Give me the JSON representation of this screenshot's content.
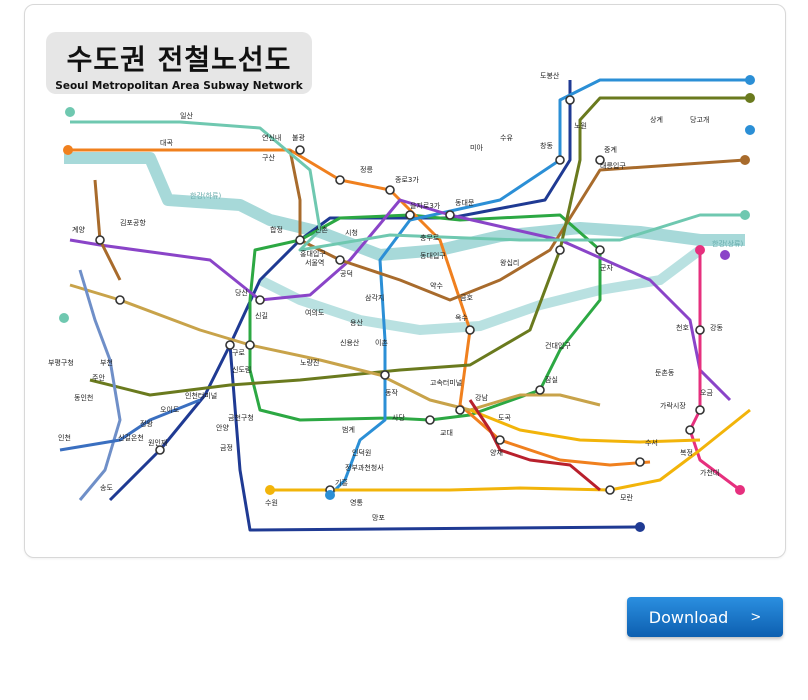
{
  "title": {
    "korean": "수도권 전철노선도",
    "english": "Seoul Metropolitan Area Subway Network"
  },
  "download": {
    "label": "Download",
    "icon": "chevron-right-icon"
  },
  "map": {
    "river_label_1": "한강(하류)",
    "river_label_2": "한강(상류)",
    "stations": [
      "대곡",
      "일산",
      "구산",
      "연신내",
      "불광",
      "정릉",
      "미아",
      "수유",
      "도봉산",
      "노원",
      "창동",
      "상계",
      "당고개",
      "중계",
      "태릉입구",
      "동대문",
      "종로3가",
      "을지로3가",
      "충무로",
      "동대입구",
      "약수",
      "금호",
      "옥수",
      "왕십리",
      "서울역",
      "시청",
      "공덕",
      "합정",
      "홍대입구",
      "신촌",
      "당산",
      "여의도",
      "신길",
      "노량진",
      "용산",
      "삼각지",
      "이촌",
      "신용산",
      "동작",
      "사당",
      "교대",
      "강남",
      "고속터미널",
      "잠실",
      "건대입구",
      "군자",
      "천호",
      "강동",
      "둔촌동",
      "오금",
      "가락시장",
      "수서",
      "도곡",
      "양재",
      "복정",
      "모란",
      "가천대",
      "김포공항",
      "부평구청",
      "계양",
      "부천",
      "구로",
      "신도림",
      "금천구청",
      "금정",
      "안양",
      "인덕원",
      "정부과천청사",
      "범계",
      "오이도",
      "정왕",
      "신길온천",
      "인천",
      "동인천",
      "주안",
      "원인재",
      "인천터미널",
      "송도",
      "기흥",
      "수원",
      "망포",
      "영통"
    ]
  },
  "colors": {
    "line1": "#1f3a93",
    "line2": "#2ca843",
    "line3": "#f0801e",
    "line4": "#2b8fd6",
    "line5": "#8a44c8",
    "line6": "#a86b2c",
    "line7": "#6a7a1e",
    "line8": "#e6307e",
    "line9": "#c8a34a",
    "suin": "#f2b40a",
    "shinbundang": "#b8202c",
    "gyeongui": "#6fc8b0",
    "airport": "#4fa6d8",
    "river": "#a7d9d9"
  }
}
